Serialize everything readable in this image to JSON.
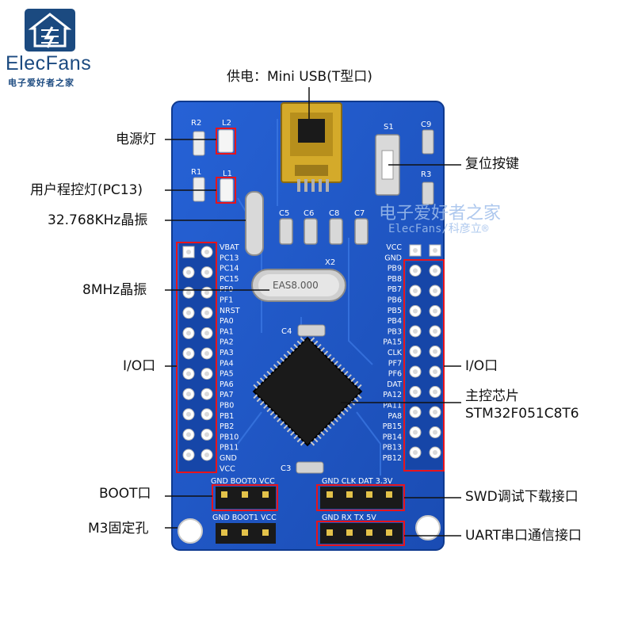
{
  "logo": {
    "brand": "ElecFans",
    "tagline": "电子爱好者之家"
  },
  "watermark": {
    "line1": "电子爱好者之家",
    "line2": "ElecFans/科彦立®"
  },
  "callouts": {
    "power_supply": "供电：Mini USB(T型口)",
    "power_led": "电源灯",
    "user_led": "用户程控灯(PC13)",
    "crystal_32k": "32.768KHz晶振",
    "crystal_8m": "8MHz晶振",
    "io_left": "I/O口",
    "boot": "BOOT口",
    "m3_hole": "M3固定孔",
    "reset": "复位按键",
    "io_right": "I/O口",
    "mcu_line1": "主控芯片",
    "mcu_line2": "STM32F051C8T6",
    "swd": "SWD调试下载接口",
    "uart": "UART串口通信接口"
  },
  "board": {
    "silk": {
      "r2": "R2",
      "l2": "L2",
      "r1": "R1",
      "l1": "L1",
      "s1": "S1",
      "c9": "C9",
      "r3": "R3",
      "c5": "C5",
      "c6": "C6",
      "c8": "C8",
      "c7": "C7",
      "x2": "X2",
      "c4": "C4",
      "c3": "C3",
      "crystal": "EAS8.000"
    },
    "left_pins": [
      "VBAT",
      "PC13",
      "PC14",
      "PC15",
      "PF0",
      "PF1",
      "NRST",
      "PA0",
      "PA1",
      "PA2",
      "PA3",
      "PA4",
      "PA5",
      "PA6",
      "PA7",
      "PB0",
      "PB1",
      "PB2",
      "PB10",
      "PB11",
      "GND",
      "VCC"
    ],
    "right_pins": [
      "VCC",
      "GND",
      "PB9",
      "PB8",
      "PB7",
      "PB6",
      "PB5",
      "PB4",
      "PB3",
      "PA15",
      "CLK",
      "PF7",
      "PF6",
      "DAT",
      "PA12",
      "PA11",
      "PA8",
      "PB15",
      "PB14",
      "PB13",
      "PB12"
    ],
    "boot_top": "GND BOOT0 VCC",
    "boot_bottom": "GND BOOT1 VCC",
    "swd_header": "GND CLK DAT 3.3V",
    "uart_header": "GND  RX  TX  5V"
  },
  "colors": {
    "pcb": "#1f56c4",
    "pcb_dark": "#15409a",
    "silk": "#ffffff",
    "callout_red": "#e8141b",
    "logo_blue": "#1b4a80",
    "usb_gold": "#d4aa2a"
  }
}
